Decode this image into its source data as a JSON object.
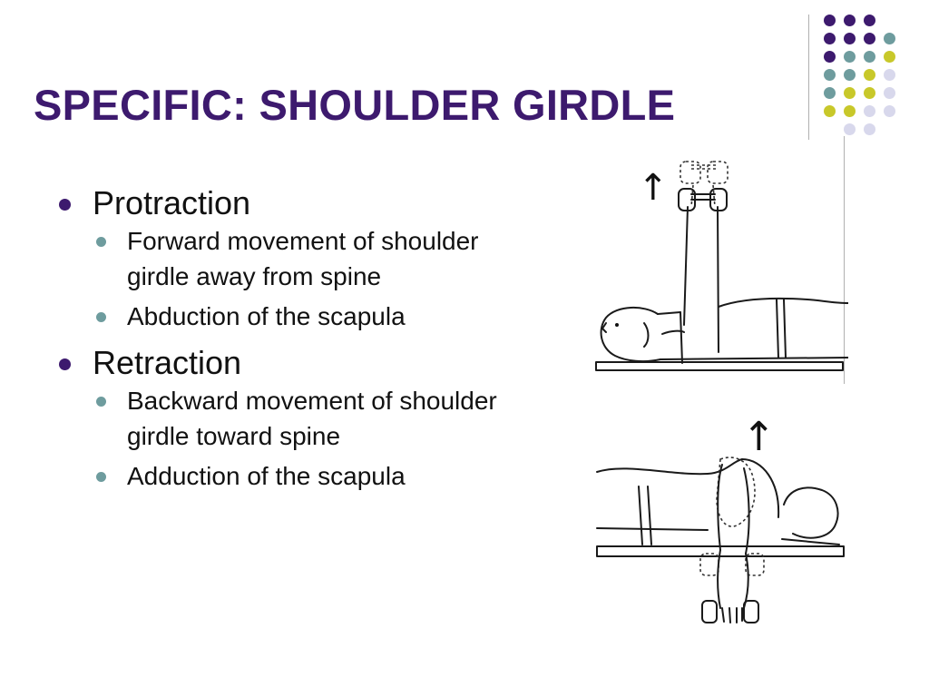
{
  "title": "SPECIFIC: SHOULDER GIRDLE",
  "bullets": [
    {
      "label": "Protraction",
      "sub": [
        "Forward movement of shoulder girdle away from spine",
        "Abduction of the scapula"
      ]
    },
    {
      "label": "Retraction",
      "sub": [
        "Backward movement of shoulder girdle toward spine",
        "Adduction of the scapula"
      ]
    }
  ],
  "figures": {
    "arrow_glyph": "↑"
  },
  "colors": {
    "title": "#3d1a6e",
    "purple": "#3d1a6e",
    "teal": "#6e9c9e",
    "olive": "#c8c82a",
    "lavender": "#d8d8ec"
  }
}
